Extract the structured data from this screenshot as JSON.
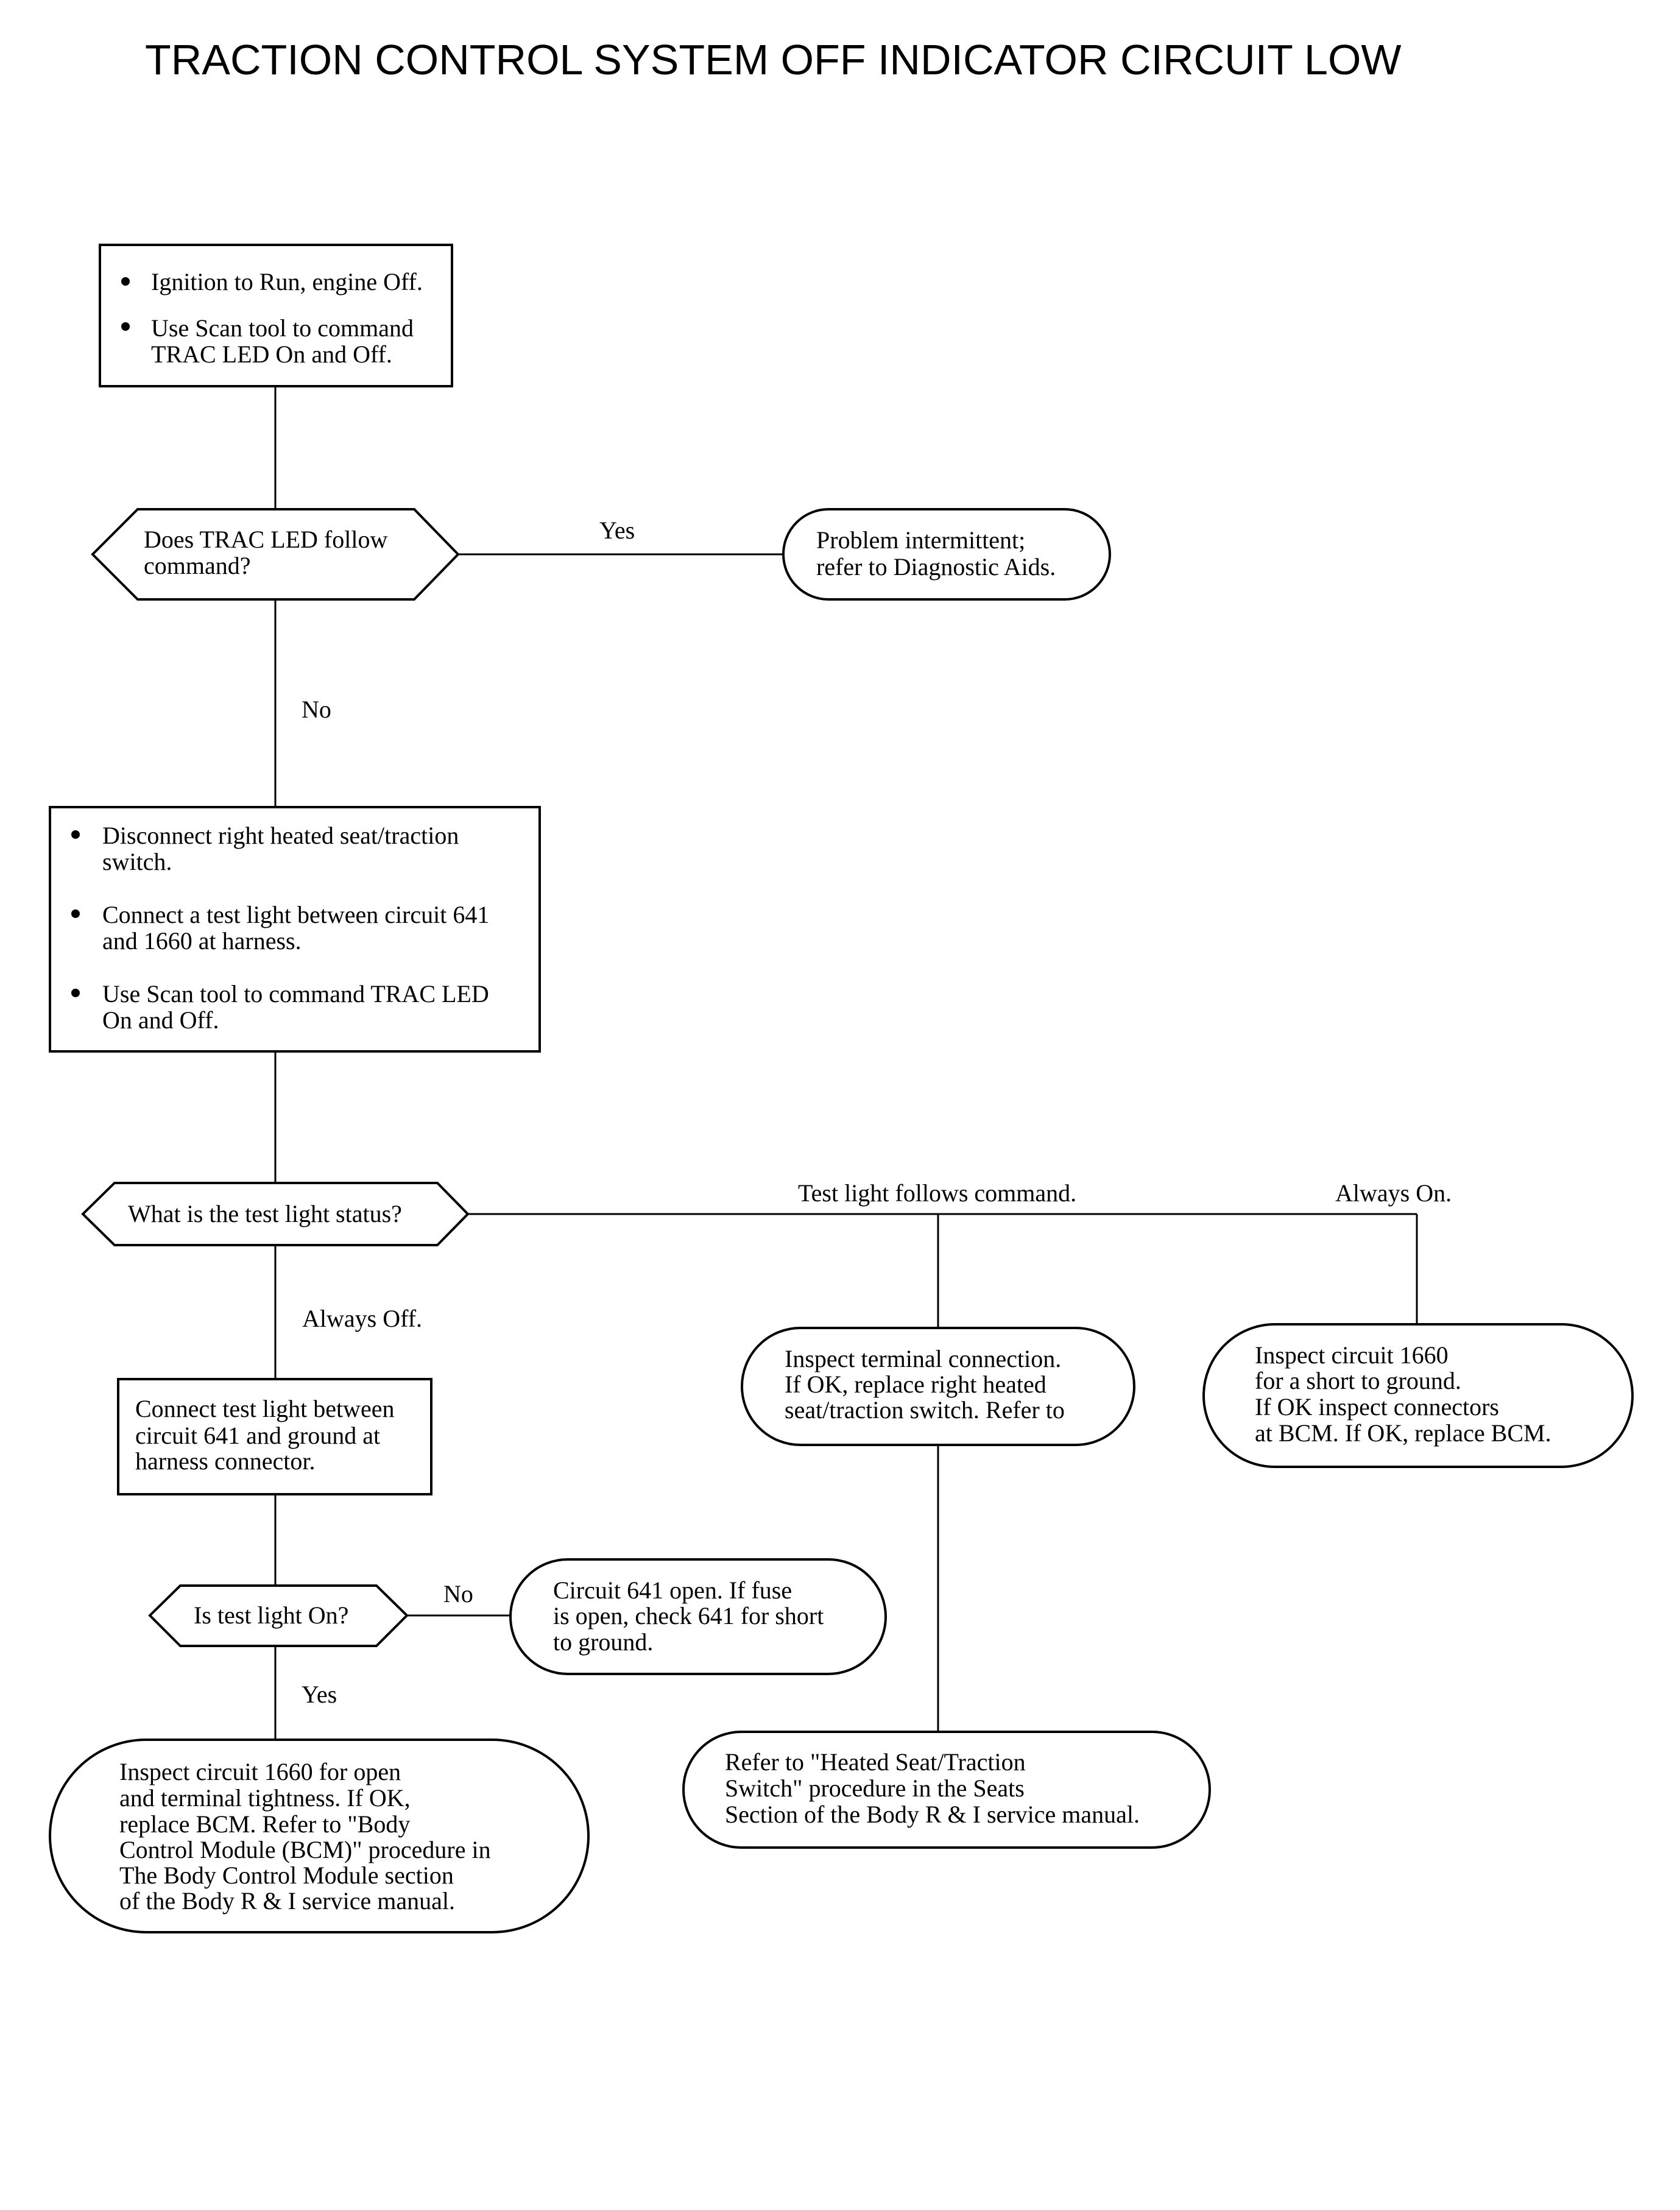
{
  "title": "TRACTION CONTROL SYSTEM OFF INDICATOR CIRCUIT LOW",
  "steps": {
    "step1": [
      "Ignition to Run, engine Off.",
      "Use Scan tool to command",
      "TRAC LED On and Off."
    ],
    "decision1": [
      "Does TRAC LED follow",
      "command?"
    ],
    "result_intermittent": [
      "Problem intermittent;",
      "refer to Diagnostic Aids."
    ],
    "step2": [
      "Disconnect right heated seat/traction",
      "switch.",
      "Connect a test light between circuit 641",
      "and 1660 at harness.",
      "Use Scan tool to command TRAC LED",
      "On and Off."
    ],
    "decision2": "What is the test light status?",
    "result_terminal": [
      "Inspect terminal connection.",
      "If OK, replace right heated",
      "seat/traction switch. Refer to"
    ],
    "result_circuit1660_short": [
      "Inspect circuit 1660",
      "for a short to ground.",
      "If OK inspect connectors",
      "at BCM. If OK, replace BCM."
    ],
    "step3": [
      "Connect test light between",
      "circuit 641 and ground at",
      "harness connector."
    ],
    "decision3": "Is test light On?",
    "result_circuit641": [
      "Circuit 641 open. If fuse",
      "is open, check 641 for short",
      "to ground."
    ],
    "result_circuit1660_open": [
      "Inspect circuit 1660 for open",
      "and terminal tightness. If OK,",
      "replace BCM.  Refer to \"Body",
      "Control Module (BCM)\" procedure in",
      "The Body Control Module section",
      "of the Body R & I service manual."
    ],
    "result_heated_seat": [
      "Refer to \"Heated Seat/Traction",
      "Switch\" procedure in the Seats",
      "Section of the Body R & I service manual."
    ]
  },
  "labels": {
    "yes_1": "Yes",
    "no_1": "No",
    "follows_command": "Test light follows command.",
    "always_on": "Always On.",
    "always_off": "Always Off.",
    "no_2": "No",
    "yes_2": "Yes"
  }
}
